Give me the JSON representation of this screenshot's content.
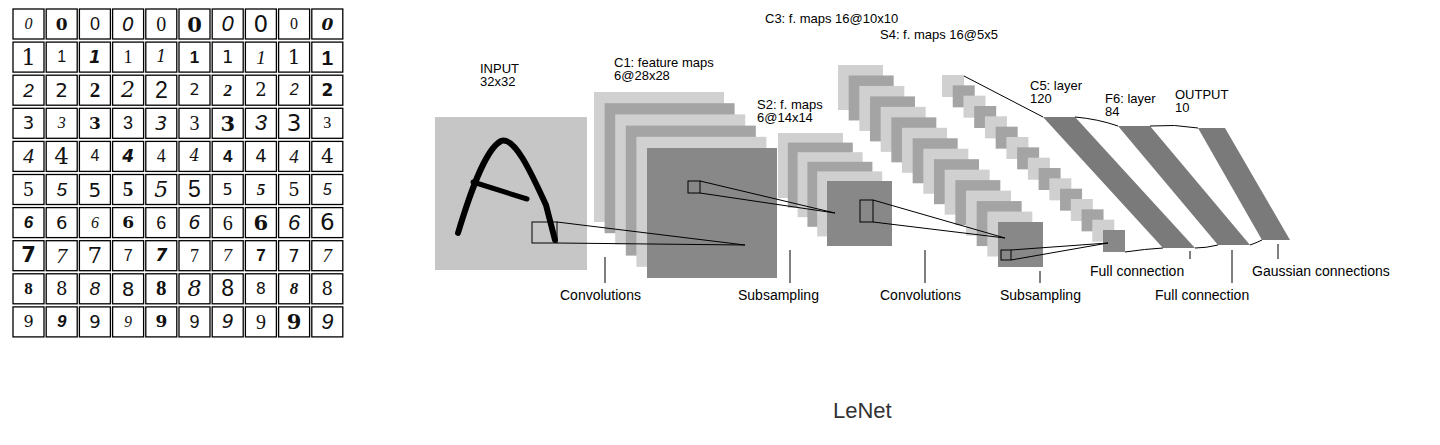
{
  "diagram": {
    "caption": "LeNet",
    "nodes": [
      {
        "text": [
          "INPUT 32x32"
        ]
      },
      {
        "text": [
          "C1: feature maps 6@28x28"
        ]
      },
      {
        "text": [
          "S2: f. maps 6@14x14"
        ]
      },
      {
        "text": [
          "C3: f. maps 16@10x10"
        ]
      },
      {
        "text": [
          "S4: f. maps 16@5x5"
        ]
      },
      {
        "text": [
          "C5: layer 120"
        ]
      },
      {
        "text": [
          "F6: layer 84"
        ]
      },
      {
        "text": [
          "OUTPUT 10"
        ]
      }
    ],
    "labels": [
      "0",
      "0",
      "0",
      "0",
      "0",
      "0",
      "0",
      "0",
      "0",
      "0",
      "1",
      "1",
      "1",
      "1",
      "1",
      "1",
      "1",
      "1",
      "1",
      "1",
      "2",
      "2",
      "2",
      "2",
      "2",
      "2",
      "2",
      "2",
      "2",
      "2",
      "3",
      "3",
      "3",
      "3",
      "3",
      "3",
      "3",
      "3",
      "3",
      "3",
      "4",
      "4",
      "4",
      "4",
      "4",
      "4",
      "4",
      "4",
      "4",
      "4",
      "5",
      "5",
      "5",
      "5",
      "5",
      "5",
      "5",
      "5",
      "5",
      "5",
      "6",
      "6",
      "6",
      "6",
      "6",
      "6",
      "6",
      "6",
      "6",
      "6",
      "7",
      "7",
      "7",
      "7",
      "7",
      "7",
      "7",
      "7",
      "7",
      "7",
      "8",
      "8",
      "8",
      "8",
      "8",
      "8",
      "8",
      "8",
      "8",
      "8",
      "9",
      "9",
      "9",
      "9",
      "9",
      "9",
      "9",
      "9",
      "9",
      "9",
      "Convolutions",
      "Subsampling",
      "Convolutions",
      "Subsampling",
      "Full connection",
      "Full connection",
      "Gaussian connections"
    ]
  }
}
